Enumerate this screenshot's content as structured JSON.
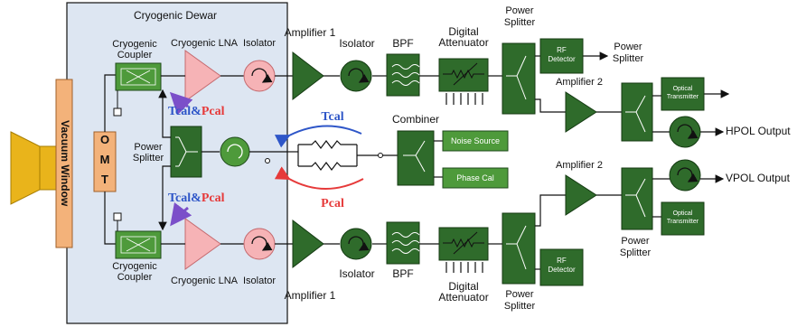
{
  "colors": {
    "green_block": "#2f6b2b",
    "green_light": "#4e9a3b",
    "pink": "#f6b3b6",
    "dewar_bg": "#dde6f2",
    "orange": "#f3b27a",
    "horn": "#e9b41b",
    "tcal_blue": "#2e56c8",
    "pcal_red": "#e63a3a",
    "wire": "#111111"
  },
  "labels": {
    "dewar": "Cryogenic Dewar",
    "vacuum_window": "Vacuum Window",
    "omt_o": "O",
    "omt_m": "M",
    "omt_t": "T",
    "coupler_top_1": "Cryogenic",
    "coupler_top_2": "Coupler",
    "coupler_bot_1": "Cryogenic",
    "coupler_bot_2": "Coupler",
    "lna_top": "Cryogenic LNA",
    "lna_bot": "Cryogenic LNA",
    "isolator_dewar_top": "Isolator",
    "isolator_dewar_bot": "Isolator",
    "power_splitter_center_1": "Power",
    "power_splitter_center_2": "Splitter",
    "tcal_pcal_top_t": "Tcal",
    "tcal_pcal_top_amp": "&",
    "tcal_pcal_top_p": "Pcal",
    "tcal_pcal_bot_t": "Tcal",
    "tcal_pcal_bot_amp": "&",
    "tcal_pcal_bot_p": "Pcal",
    "tcal": "Tcal",
    "pcal": "Pcal",
    "amp1_top": "Amplifier 1",
    "amp1_bot": "Amplifier 1",
    "isolator_top": "Isolator",
    "isolator_bot": "Isolator",
    "bpf_top": "BPF",
    "bpf_bot": "BPF",
    "atten_top_1": "Digital",
    "atten_top_2": "Attenuator",
    "atten_bot_1": "Digital",
    "atten_bot_2": "Attenuator",
    "psplit_top_1": "Power",
    "psplit_top_2": "Splitter",
    "psplit_bot_1": "Power",
    "psplit_bot_2": "Splitter",
    "rf_det_top_1": "RF",
    "rf_det_top_2": "Detector",
    "rf_det_bot_1": "RF",
    "rf_det_bot_2": "Detector",
    "amp2_top": "Amplifier 2",
    "amp2_bot": "Amplifier 2",
    "psplit2_top_1": "Power",
    "psplit2_top_2": "Splitter",
    "psplit2_bot_1": "Power",
    "psplit2_bot_2": "Splitter",
    "opt_tx_top_1": "Optical",
    "opt_tx_top_2": "Transmitter",
    "opt_tx_bot_1": "Optical",
    "opt_tx_bot_2": "Transmitter",
    "hpol": "HPOL Output",
    "vpol": "VPOL Output",
    "combiner": "Combiner",
    "noise_source": "Noise Source",
    "phase_cal": "Phase Cal"
  }
}
